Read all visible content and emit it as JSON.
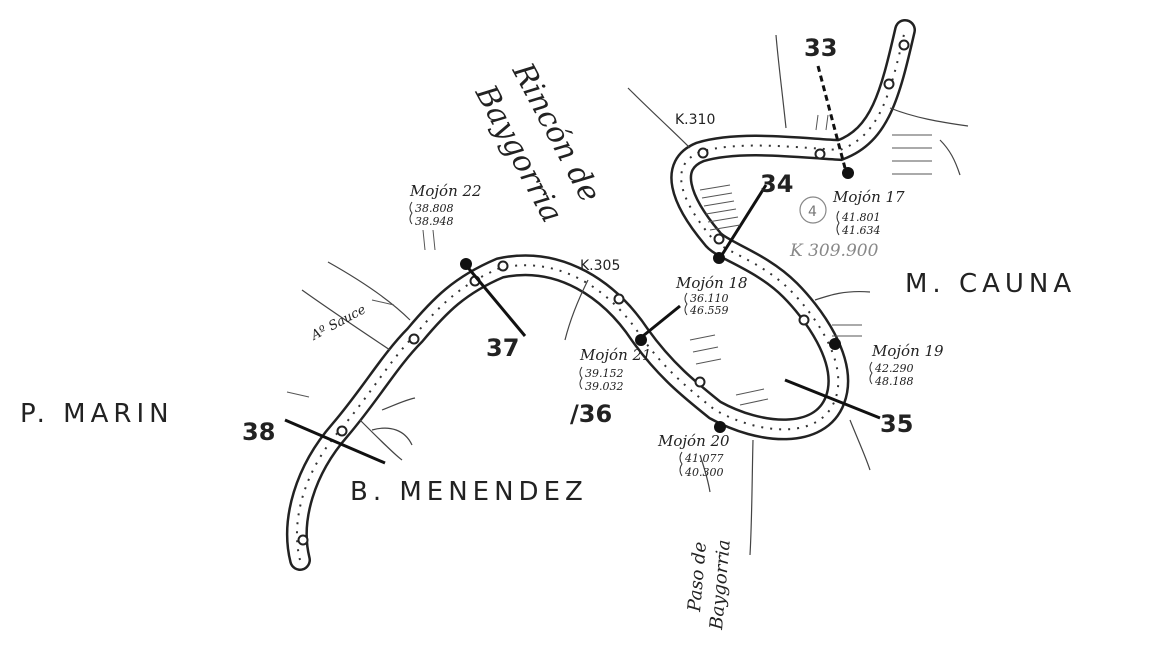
{
  "places": {
    "p_marin": "P. MARIN",
    "b_menendez": "B. MENENDEZ",
    "m_cauna": "M. CAUNA",
    "rincon_1": "Rincón de",
    "rincon_2": "Baygorria",
    "paso_1": "Paso de",
    "paso_2": "Baygorria",
    "a_sauce": "Aº Sauce"
  },
  "km_labels": {
    "k310": "K.310",
    "k305": "K.305"
  },
  "sections": {
    "s33": "33",
    "s34": "34",
    "s35": "35",
    "s36": "/36",
    "s37": "37",
    "s38": "38"
  },
  "mojones": {
    "m17": {
      "name": "Mojón 17",
      "v1": "41.801",
      "v2": "41.634"
    },
    "m18": {
      "name": "Mojón 18",
      "v1": "36.110",
      "v2": "46.559"
    },
    "m19": {
      "name": "Mojón 19",
      "v1": "42.290",
      "v2": "48.188"
    },
    "m20": {
      "name": "Mojón 20",
      "v1": "41.077",
      "v2": "40.300"
    },
    "m21": {
      "name": "Mojón 21",
      "v1": "39.152",
      "v2": "39.032"
    },
    "m22": {
      "name": "Mojón 22",
      "v1": "38.808",
      "v2": "38.948"
    }
  },
  "annotations": {
    "stamp": "4",
    "pencil": "K 309.900",
    "sauce_small": "Aº Sauce"
  }
}
